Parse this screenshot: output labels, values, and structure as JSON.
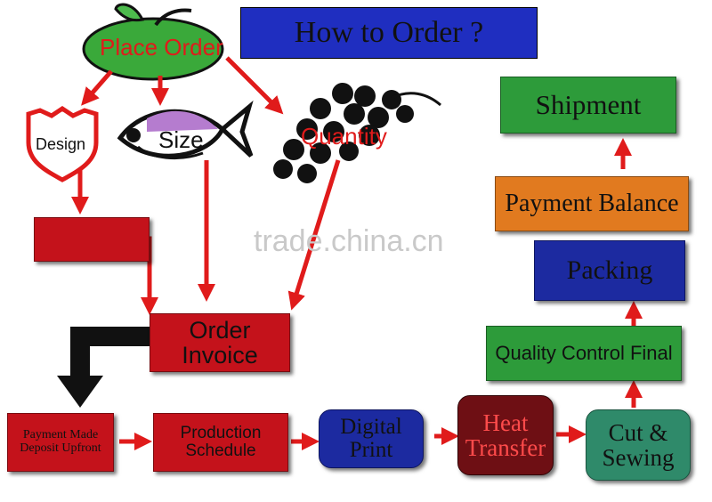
{
  "title": "How to Order ?",
  "watermark": "trade.china.cn",
  "top": {
    "place_order": "Place Order",
    "design": "Design",
    "size": "Size",
    "quantity": "Quantity"
  },
  "nodes": {
    "order_invoice": "Order Invoice",
    "payment_deposit_line1": "Payment Made",
    "payment_deposit_line2": "Deposit Upfront",
    "production_schedule": "Production Schedule",
    "digital_print_line1": "Digital",
    "digital_print_line2": "Print",
    "heat_transfer_line1": "Heat",
    "heat_transfer_line2": "Transfer",
    "cut_sewing_line1": "Cut &",
    "cut_sewing_line2": "Sewing",
    "quality_control": "Quality Control Final",
    "packing": "Packing",
    "payment_balance": "Payment Balance",
    "shipment": "Shipment"
  },
  "colors": {
    "arrow": "#e01b1b",
    "red_box": "#c4121b",
    "green_box": "#2d9b3a",
    "blue_box": "#1c2aa0",
    "orange_box": "#e17a1f",
    "title_bg": "#1f2ec0"
  }
}
